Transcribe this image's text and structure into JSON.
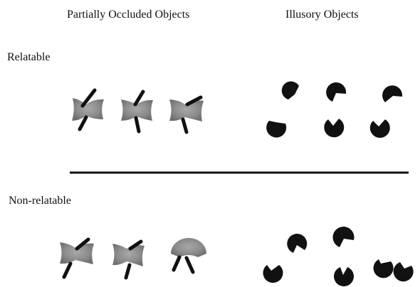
{
  "headers": {
    "occluded": "Partially Occluded Objects",
    "illusory": "Illusory Objects"
  },
  "rows": {
    "relatable": "Relatable",
    "nonrelatable": "Non-relatable"
  },
  "colors": {
    "ink": "#111111",
    "occluder_gray": "#8f8f8f",
    "occluder_dark": "#6a6a6a",
    "background": "#ffffff"
  }
}
